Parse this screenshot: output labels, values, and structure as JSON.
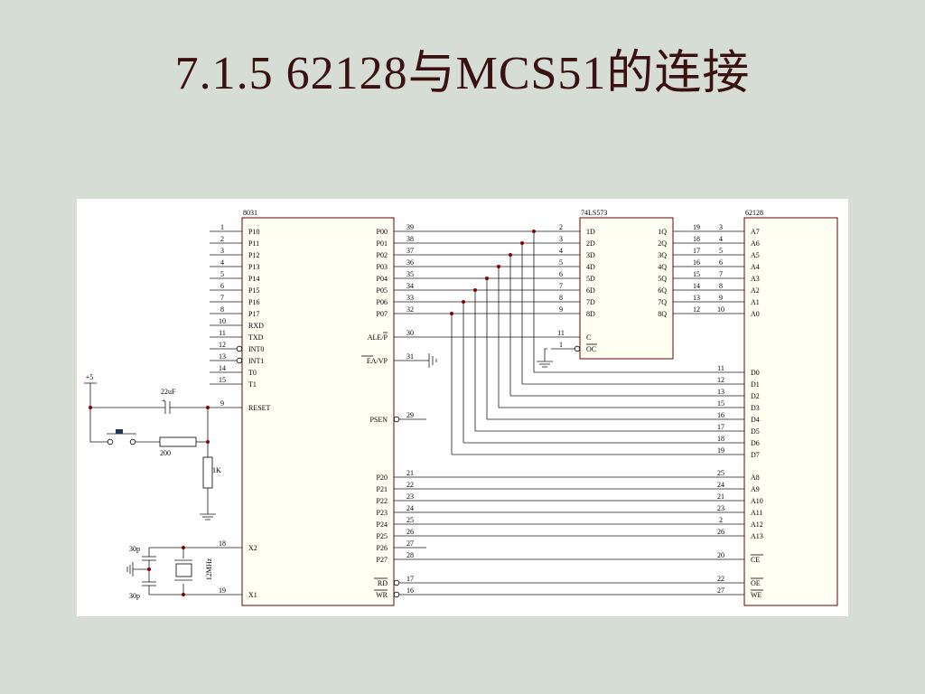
{
  "title": "7.1.5  62128与MCS51的连接",
  "chips": {
    "mcu": {
      "name": "8031",
      "left_pins": [
        {
          "num": "1",
          "label": "P10"
        },
        {
          "num": "2",
          "label": "P11"
        },
        {
          "num": "3",
          "label": "P12"
        },
        {
          "num": "4",
          "label": "P13"
        },
        {
          "num": "5",
          "label": "P14"
        },
        {
          "num": "6",
          "label": "P15"
        },
        {
          "num": "7",
          "label": "P16"
        },
        {
          "num": "8",
          "label": "P17"
        },
        {
          "num": "10",
          "label": "RXD"
        },
        {
          "num": "11",
          "label": "TXD"
        },
        {
          "num": "12",
          "label": "INT0"
        },
        {
          "num": "13",
          "label": "INT1"
        },
        {
          "num": "14",
          "label": "T0"
        },
        {
          "num": "15",
          "label": "T1"
        },
        {
          "num": "9",
          "label": "RESET"
        },
        {
          "num": "18",
          "label": "X2"
        },
        {
          "num": "19",
          "label": "X1"
        }
      ],
      "right_pins": [
        {
          "num": "39",
          "label": "P00"
        },
        {
          "num": "38",
          "label": "P01"
        },
        {
          "num": "37",
          "label": "P02"
        },
        {
          "num": "36",
          "label": "P03"
        },
        {
          "num": "35",
          "label": "P04"
        },
        {
          "num": "34",
          "label": "P05"
        },
        {
          "num": "33",
          "label": "P06"
        },
        {
          "num": "32",
          "label": "P07"
        },
        {
          "num": "30",
          "label": "ALE/P"
        },
        {
          "num": "31",
          "label": "EA/VP"
        },
        {
          "num": "29",
          "label": "PSEN"
        },
        {
          "num": "21",
          "label": "P20"
        },
        {
          "num": "22",
          "label": "P21"
        },
        {
          "num": "23",
          "label": "P22"
        },
        {
          "num": "24",
          "label": "P23"
        },
        {
          "num": "25",
          "label": "P24"
        },
        {
          "num": "26",
          "label": "P25"
        },
        {
          "num": "27",
          "label": "P26"
        },
        {
          "num": "28",
          "label": "P27"
        },
        {
          "num": "17",
          "label": "RD"
        },
        {
          "num": "16",
          "label": "WR"
        }
      ]
    },
    "latch": {
      "name": "74LS573",
      "left_pins": [
        {
          "num": "2",
          "label": "1D"
        },
        {
          "num": "3",
          "label": "2D"
        },
        {
          "num": "4",
          "label": "3D"
        },
        {
          "num": "5",
          "label": "4D"
        },
        {
          "num": "6",
          "label": "5D"
        },
        {
          "num": "7",
          "label": "6D"
        },
        {
          "num": "8",
          "label": "7D"
        },
        {
          "num": "9",
          "label": "8D"
        },
        {
          "num": "11",
          "label": "C"
        },
        {
          "num": "1",
          "label": "OC"
        }
      ],
      "right_pins": [
        {
          "num": "19",
          "label": "1Q"
        },
        {
          "num": "18",
          "label": "2Q"
        },
        {
          "num": "17",
          "label": "3Q"
        },
        {
          "num": "16",
          "label": "4Q"
        },
        {
          "num": "15",
          "label": "5Q"
        },
        {
          "num": "14",
          "label": "6Q"
        },
        {
          "num": "13",
          "label": "7Q"
        },
        {
          "num": "12",
          "label": "8Q"
        }
      ]
    },
    "ram": {
      "name": "62128",
      "addr_low": [
        {
          "num": "3",
          "label": "A7"
        },
        {
          "num": "4",
          "label": "A6"
        },
        {
          "num": "5",
          "label": "A5"
        },
        {
          "num": "6",
          "label": "A4"
        },
        {
          "num": "7",
          "label": "A3"
        },
        {
          "num": "8",
          "label": "A2"
        },
        {
          "num": "9",
          "label": "A1"
        },
        {
          "num": "10",
          "label": "A0"
        }
      ],
      "data": [
        {
          "num": "11",
          "label": "D0"
        },
        {
          "num": "12",
          "label": "D1"
        },
        {
          "num": "13",
          "label": "D2"
        },
        {
          "num": "15",
          "label": "D3"
        },
        {
          "num": "16",
          "label": "D4"
        },
        {
          "num": "17",
          "label": "D5"
        },
        {
          "num": "18",
          "label": "D6"
        },
        {
          "num": "19",
          "label": "D7"
        }
      ],
      "addr_high": [
        {
          "num": "25",
          "label": "A8"
        },
        {
          "num": "24",
          "label": "A9"
        },
        {
          "num": "21",
          "label": "A10"
        },
        {
          "num": "23",
          "label": "A11"
        },
        {
          "num": "2",
          "label": "A12"
        },
        {
          "num": "26",
          "label": "A13"
        }
      ],
      "control": [
        {
          "num": "20",
          "label": "CE"
        },
        {
          "num": "22",
          "label": "OE"
        },
        {
          "num": "27",
          "label": "WE"
        }
      ]
    }
  },
  "components": {
    "vcc": "+5",
    "reset_cap": "22uF",
    "reset_cap_plus": "+",
    "button_resistor": "200",
    "pulldown_resistor": "1K",
    "crystal": "12MHz",
    "crystal_cap_top": "30p",
    "crystal_cap_bottom": "30p"
  }
}
